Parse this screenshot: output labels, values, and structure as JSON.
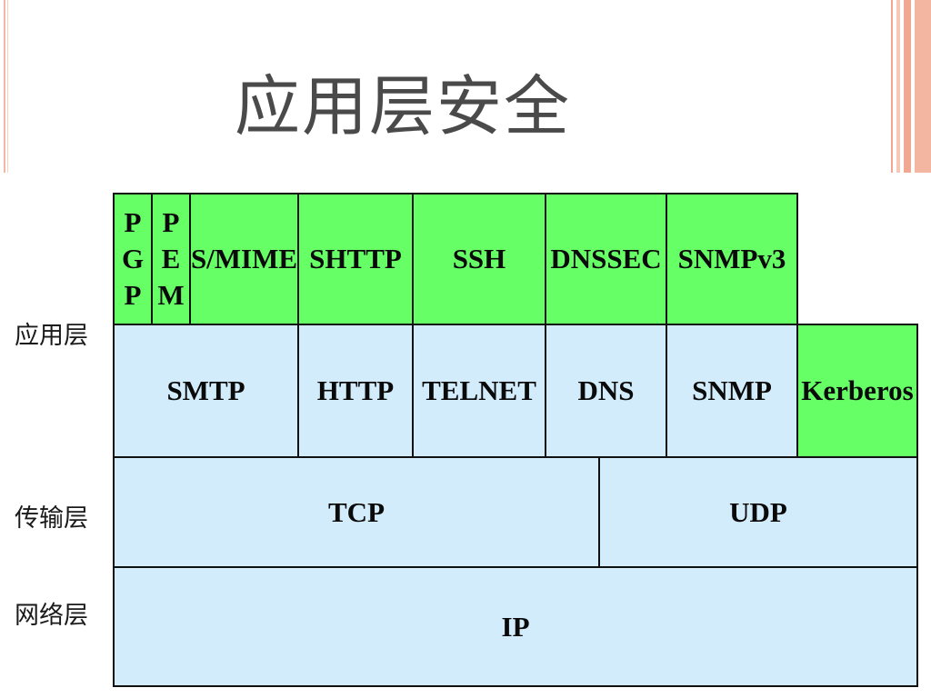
{
  "title": "应用层安全",
  "layers": {
    "application": "应用层",
    "transport": "传输层",
    "network": "网络层"
  },
  "security_protocols": {
    "pgp": [
      "P",
      "G",
      "P"
    ],
    "pem": [
      "P",
      "E",
      "M"
    ],
    "smime": "S/MIME",
    "shttp": "SHTTP",
    "ssh": "SSH",
    "dnssec": "DNSSEC",
    "snmpv3": "SNMPv3",
    "kerberos": "Kerberos"
  },
  "application_protocols": {
    "smtp": "SMTP",
    "http": "HTTP",
    "telnet": "TELNET",
    "dns": "DNS",
    "snmp": "SNMP"
  },
  "transport_protocols": {
    "tcp": "TCP",
    "udp": "UDP"
  },
  "network_protocols": {
    "ip": "IP"
  },
  "colors": {
    "security_green": "#66ff66",
    "base_blue": "#d3ecfb",
    "deco_stripe": "#f0a890"
  }
}
